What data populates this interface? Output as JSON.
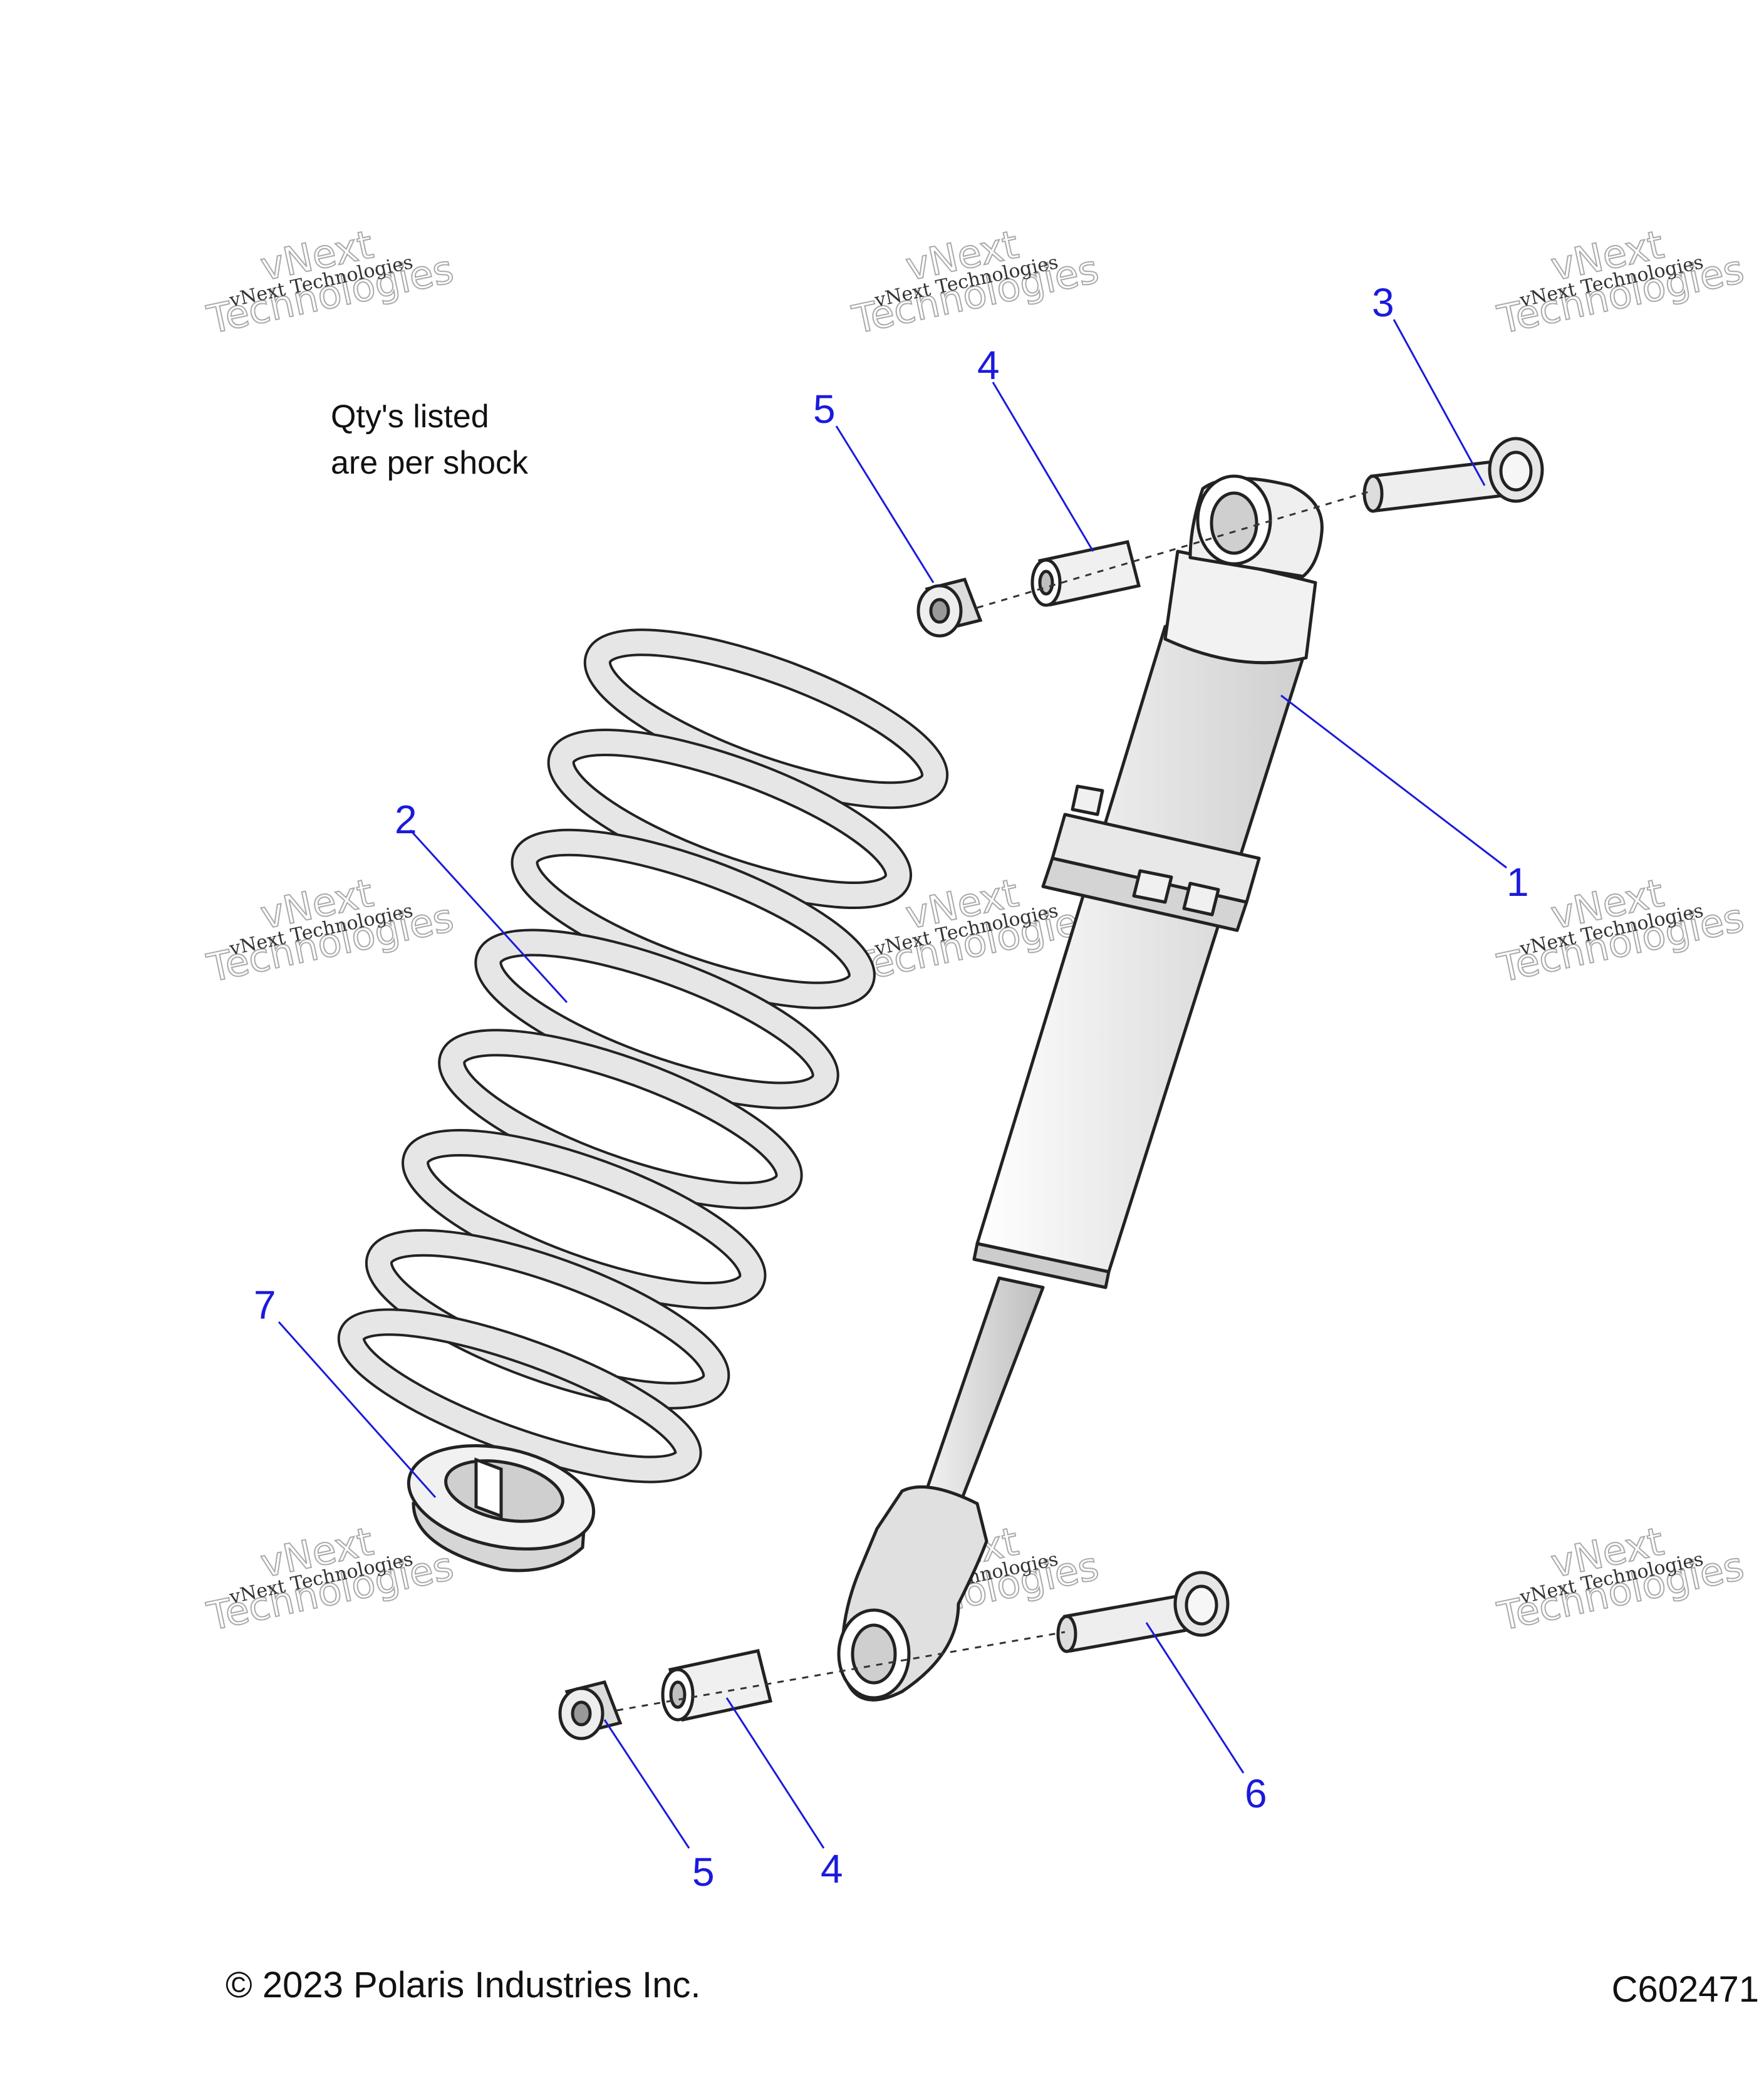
{
  "note": {
    "line1": "Qty's listed",
    "line2": "are per shock"
  },
  "footer": {
    "copyright": "© 2023 Polaris Industries Inc.",
    "figure_code": "C602471"
  },
  "watermark": {
    "line_small": "vNext Technologies",
    "line_large_1": "vNext",
    "line_large_2": "Technologies"
  },
  "callouts": {
    "shock": "1",
    "spring": "2",
    "upper_bolt": "3",
    "upper_bushing": "4",
    "upper_nut": "5",
    "lower_bushing": "4",
    "lower_nut": "5",
    "lower_bolt": "6",
    "spring_retainer": "7"
  },
  "colors": {
    "callout": "#1a1adc",
    "part_fill": "#e2e2e2",
    "outline": "#222222"
  }
}
